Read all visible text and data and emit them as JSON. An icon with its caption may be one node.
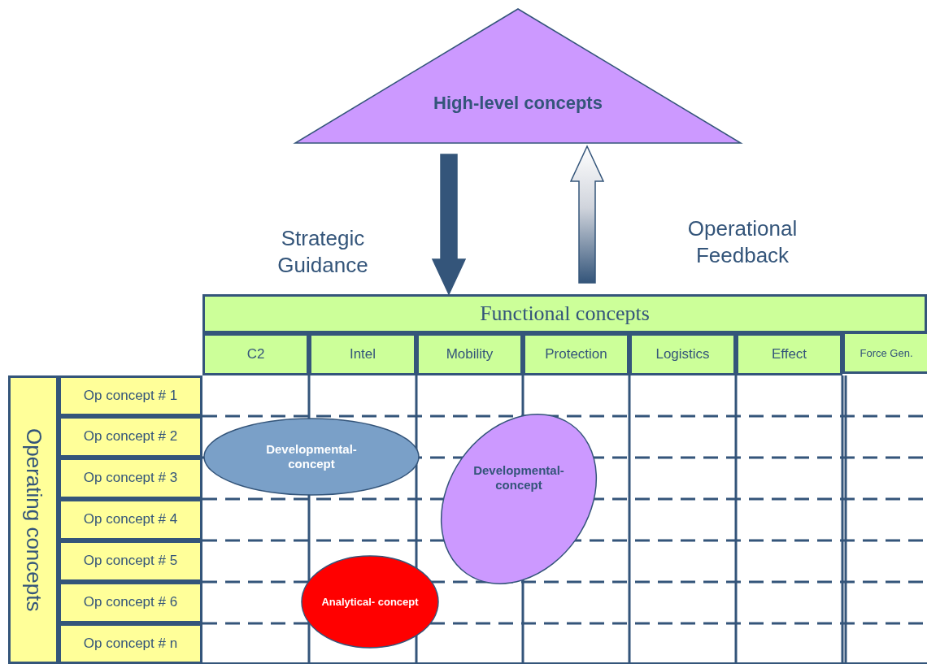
{
  "diagram": {
    "nodes": [
      {
        "text": [
          "High-level concepts"
        ]
      },
      {
        "text": [
          "Functional concepts"
        ]
      },
      {
        "text": [
          "C2"
        ]
      },
      {
        "text": [
          "Intel"
        ]
      },
      {
        "text": [
          "Mobility"
        ]
      },
      {
        "text": [
          "Protection"
        ]
      },
      {
        "text": [
          "Logistics"
        ]
      },
      {
        "text": [
          "Effect"
        ]
      },
      {
        "text": [
          "Force Gen."
        ]
      },
      {
        "text": [
          "Operating concepts"
        ]
      },
      {
        "text": [
          "Op concept # 1"
        ]
      },
      {
        "text": [
          "Op concept # 2"
        ]
      },
      {
        "text": [
          "Op concept # 3"
        ]
      },
      {
        "text": [
          "Op concept # 4"
        ]
      },
      {
        "text": [
          "Op concept # 5"
        ]
      },
      {
        "text": [
          "Op concept # 6"
        ]
      },
      {
        "text": [
          "Op concept # n"
        ]
      },
      {
        "text": [
          "Developmental- concept"
        ]
      },
      {
        "text": [
          "Developmental- concept"
        ]
      },
      {
        "text": [
          "Analytical- concept"
        ]
      }
    ],
    "edges": [
      {
        "from": 0,
        "to": 1,
        "arrow": "to",
        "label": "Strategic Guidance",
        "style": "thick",
        "color": "#34557a"
      },
      {
        "from": 1,
        "to": 0,
        "arrow": "to",
        "label": "Operational Feedback",
        "style": "thick"
      }
    ]
  }
}
